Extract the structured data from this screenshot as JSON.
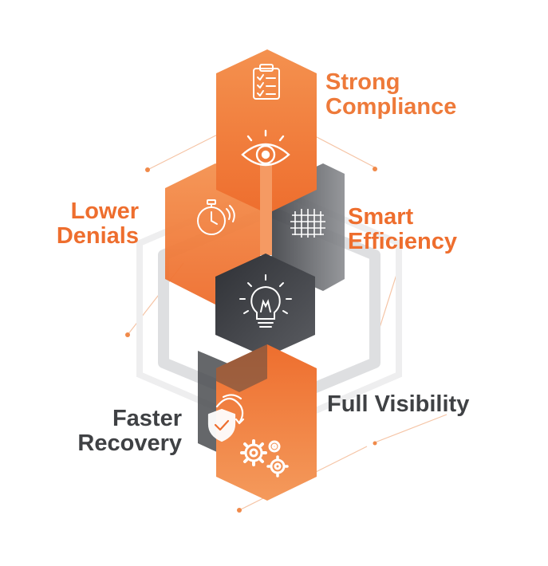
{
  "colors": {
    "orange": "#ee6e2e",
    "orange_light": "#f49a5c",
    "dark": "#3d3f44",
    "gray": "#9a9ca0",
    "text_dark": "#3f4144"
  },
  "labels": {
    "strong_compliance": {
      "line1": "Strong",
      "line2": "Compliance"
    },
    "lower_denials": {
      "line1": "Lower",
      "line2": "Denials"
    },
    "smart_efficiency": {
      "line1": "Smart",
      "line2": "Efficiency"
    },
    "full_visibility": {
      "line1": "Full Visibility"
    },
    "faster_recovery": {
      "line1": "Faster",
      "line2": "Recovery"
    }
  },
  "icons": [
    "clipboard-checklist-icon",
    "eye-icon",
    "stopwatch-icon",
    "grid-icon",
    "lightbulb-icon",
    "shield-refresh-icon",
    "gears-icon"
  ]
}
